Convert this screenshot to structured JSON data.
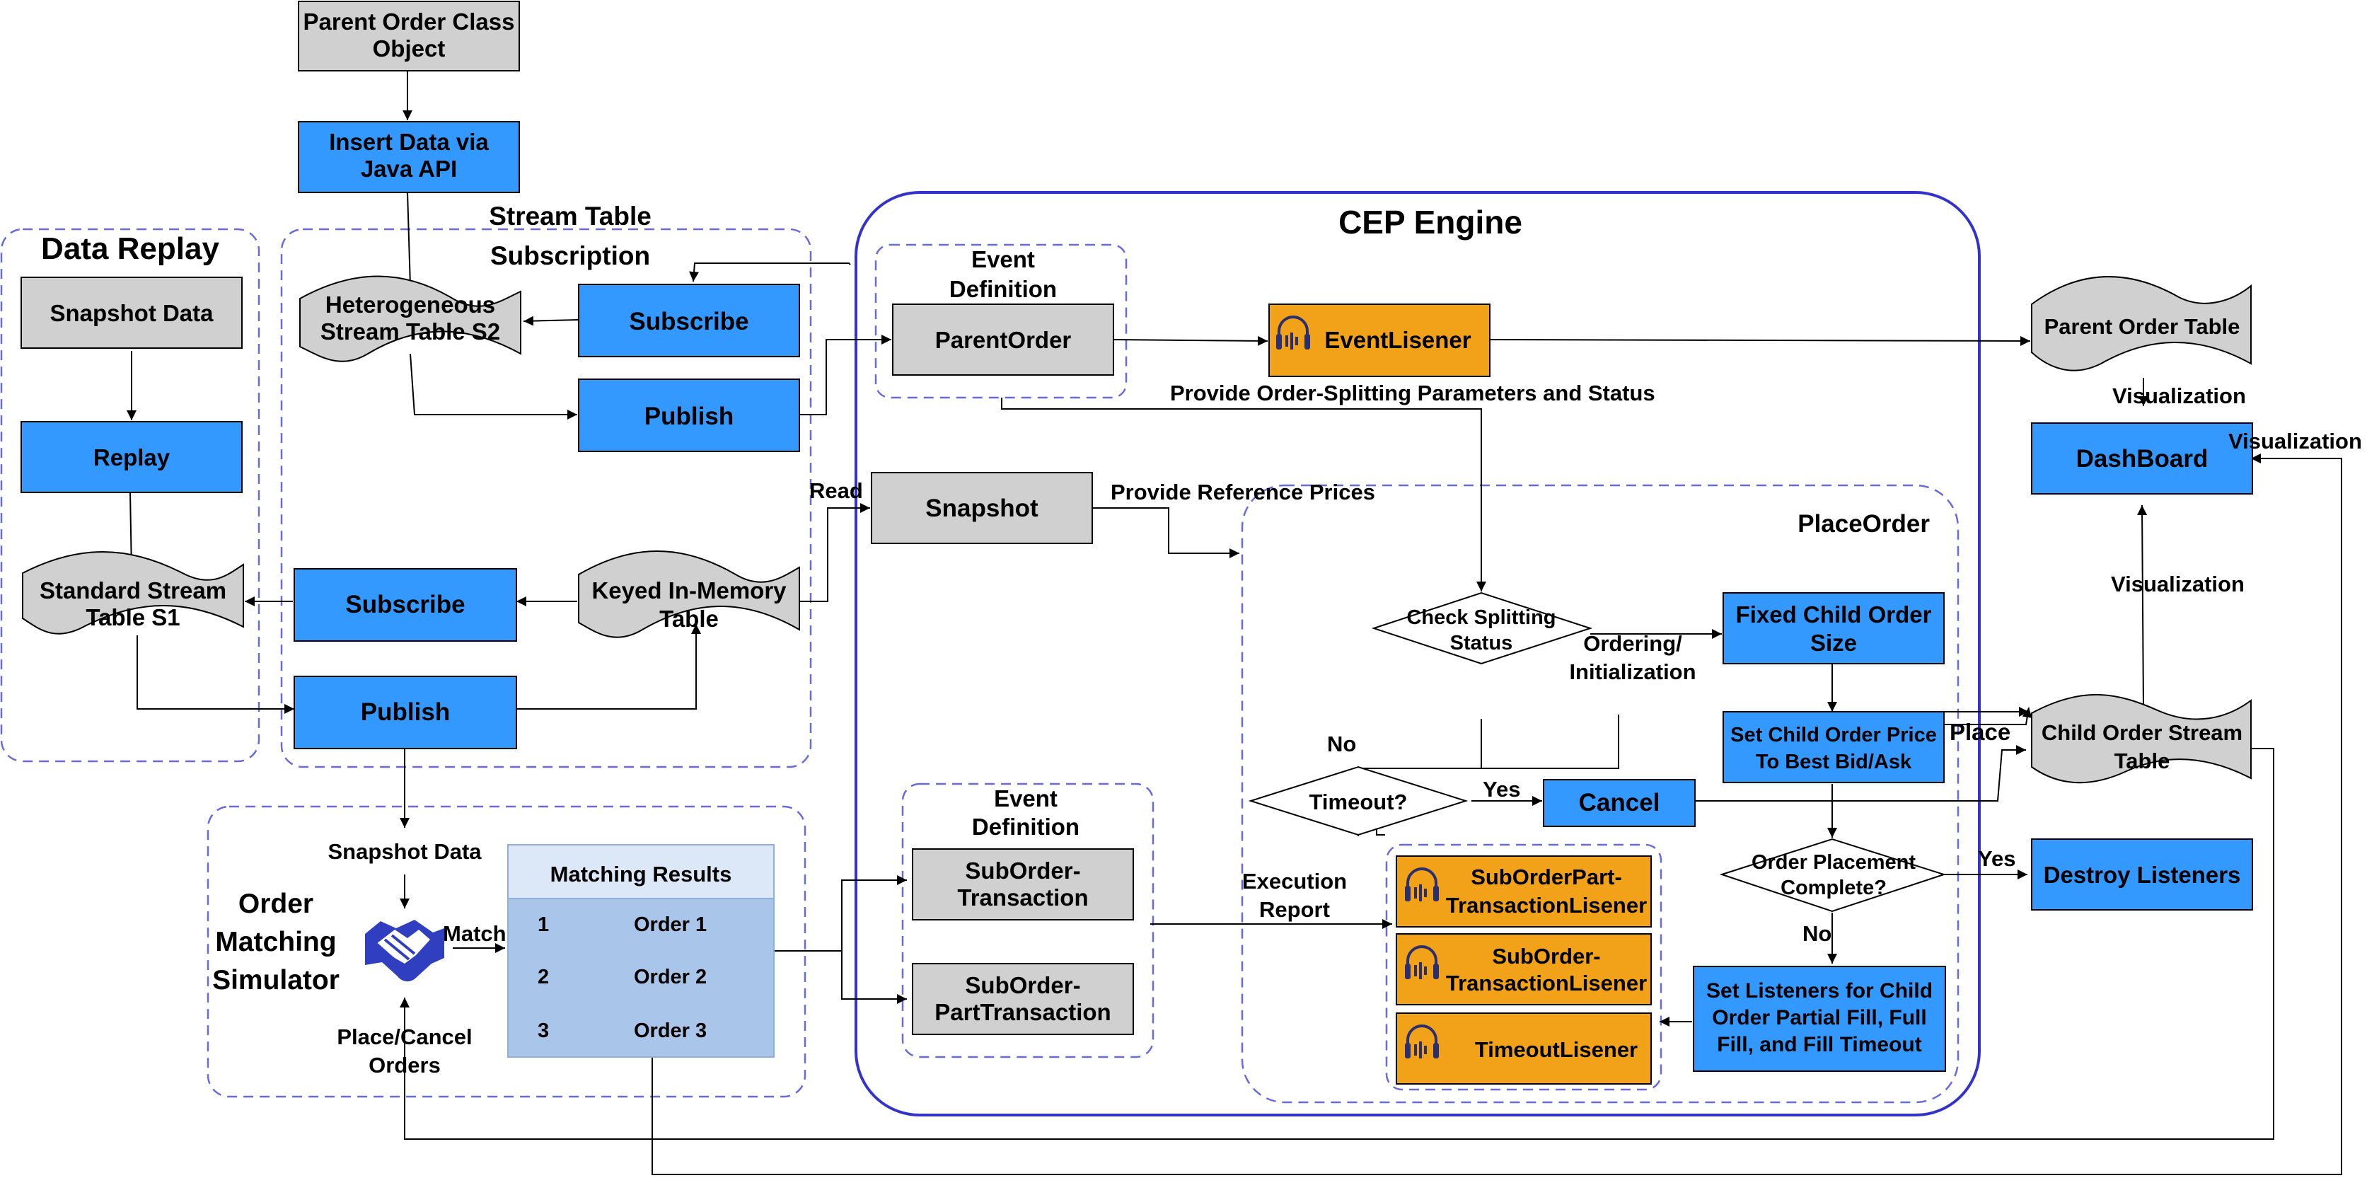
{
  "colors": {
    "blue": "#3399ff",
    "gray": "#d0d0d0",
    "orange": "#f2a219",
    "cep_border": "#3333cc",
    "dashed": "#6a6ae0",
    "table_header": "#dce8f8",
    "table_body": "#a9c6ea",
    "icon": "#2b2f6e"
  },
  "top": {
    "parent_order_class": "Parent Order Class Object",
    "insert_data": "Insert Data via Java API"
  },
  "data_replay": {
    "title": "Data Replay",
    "snapshot_data": "Snapshot Data",
    "replay": "Replay",
    "standard_stream_table": "Standard Stream Table S1"
  },
  "stream_sub": {
    "title": "Stream Table Subscription",
    "heterogeneous_table": "Heterogeneous Stream Table S2",
    "subscribe_1": "Subscribe",
    "publish_1": "Publish",
    "subscribe_2": "Subscribe",
    "publish_2": "Publish",
    "keyed_table": "Keyed In-Memory Table"
  },
  "cep": {
    "title": "CEP Engine",
    "event_def_1": "Event Definition",
    "parent_order": "ParentOrder",
    "event_listener": "EventLisener",
    "provide_splitting": "Provide Order-Splitting Parameters and Status",
    "read": "Read",
    "snapshot": "Snapshot",
    "provide_ref": "Provide Reference Prices",
    "event_def_2": "Event Definition",
    "suborder_transaction": "SubOrder-Transaction",
    "suborder_part_transaction": "SubOrder-PartTransaction",
    "execution_report": "Execution Report"
  },
  "place_order": {
    "title": "PlaceOrder",
    "check_splitting": "Check Splitting Status",
    "ordering_init": "Ordering/ Initialization",
    "fixed_child": "Fixed Child Order Size",
    "set_child_price": "Set Child Order Price To Best Bid/Ask",
    "timeout": "Timeout?",
    "no_1": "No",
    "yes_1": "Yes",
    "cancel": "Cancel",
    "order_complete": "Order Placement Complete?",
    "yes_2": "Yes",
    "no_2": "No",
    "listener_1": "SubOrderPart-TransactionLisener",
    "listener_2": "SubOrder-TransactionLisener",
    "listener_3": "TimeoutLisener",
    "set_listeners": "Set Listeners for Child Order Partial Fill, Full Fill, and Fill Timeout",
    "place": "Place"
  },
  "right": {
    "parent_order_table": "Parent Order Table",
    "visualization_1": "Visualization",
    "dashboard": "DashBoard",
    "visualization_2": "Visualization",
    "visualization_3": "Visualization",
    "child_order_table": "Child Order Stream Table",
    "destroy_listeners": "Destroy Listeners"
  },
  "simulator": {
    "title": "Order Matching Simulator",
    "snapshot_data": "Snapshot Data",
    "match": "Match",
    "place_cancel": "Place/Cancel Orders",
    "results_header": "Matching Results",
    "rows": [
      {
        "num": "1",
        "order": "Order 1"
      },
      {
        "num": "2",
        "order": "Order 2"
      },
      {
        "num": "3",
        "order": "Order 3"
      }
    ]
  }
}
